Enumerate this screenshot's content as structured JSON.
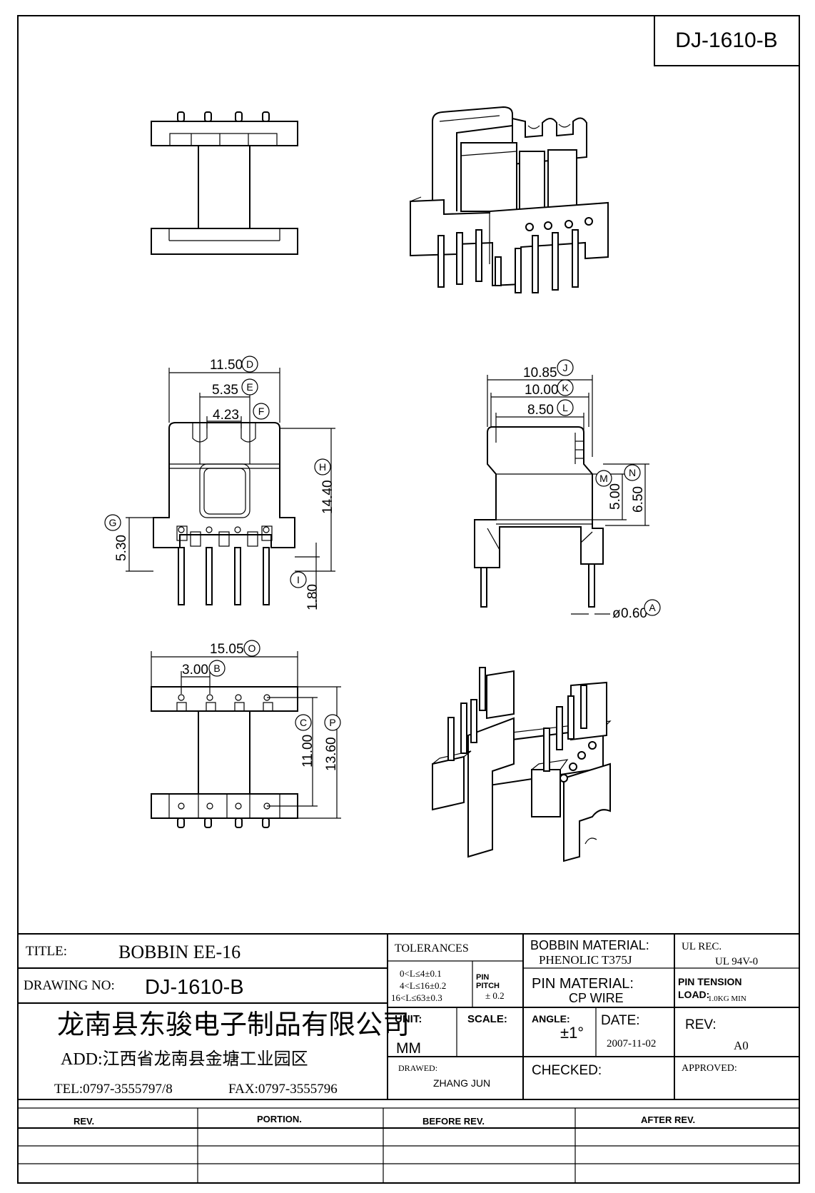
{
  "drawing_id": "DJ-1610-B",
  "dimensions": {
    "D": "11.50",
    "E": "5.35",
    "F": "4.23",
    "H": "14.40",
    "G": "5.30",
    "I": "1.80",
    "J": "10.85",
    "K": "10.00",
    "L": "8.50",
    "M": "5.00",
    "N": "6.50",
    "A": "0.60",
    "O": "15.05",
    "B": "3.00",
    "C": "11.00",
    "P": "13.60"
  },
  "dim_letters": [
    "D",
    "E",
    "F",
    "H",
    "G",
    "I",
    "J",
    "K",
    "L",
    "M",
    "N",
    "A",
    "O",
    "B",
    "C",
    "P"
  ],
  "title_block": {
    "title_label": "TITLE:",
    "title_value": "BOBBIN EE-16",
    "drawing_no_label": "DRAWING NO:",
    "drawing_no_value": "DJ-1610-B",
    "company_cn": "龙南县东骏电子制品有限公司",
    "address": "ADD:江西省龙南县金塘工业园区",
    "tel": "TEL:0797-3555797/8",
    "fax": "FAX:0797-3555796",
    "tolerances_label": "TOLERANCES",
    "tol_line1": "0<L≤4±0.1",
    "tol_line2": "4<L≤16±0.2",
    "tol_line3": "16<L≤63±0.3",
    "pin_pitch_label1": "PIN",
    "pin_pitch_label2": "PITCH",
    "pin_pitch_value": "± 0.2",
    "unit_label": "UNIT:",
    "unit_value": "MM",
    "scale_label": "SCALE:",
    "drawed_label": "DRAWED:",
    "drawed_value": "ZHANG JUN",
    "bobbin_material_label": "BOBBIN MATERIAL:",
    "bobbin_material_value": "PHENOLIC T375J",
    "pin_material_label": "PIN MATERIAL:",
    "pin_material_value": "CP WIRE",
    "angle_label": "ANGLE:",
    "angle_value": "±1°",
    "date_label": "DATE:",
    "date_value": "2007-11-02",
    "checked_label": "CHECKED:",
    "ul_rec_label": "UL REC.",
    "ul_rec_value": "UL  94V-0",
    "pin_tension_label1": "PIN TENSION",
    "pin_tension_label2": "LOAD:",
    "pin_tension_value": "1.0KG MIN",
    "rev_label": "REV:",
    "rev_value": "A0",
    "approved_label": "APPROVED:"
  },
  "revision_table": {
    "headers": [
      "REV.",
      "PORTION.",
      "BEFORE REV.",
      "AFTER REV."
    ]
  }
}
